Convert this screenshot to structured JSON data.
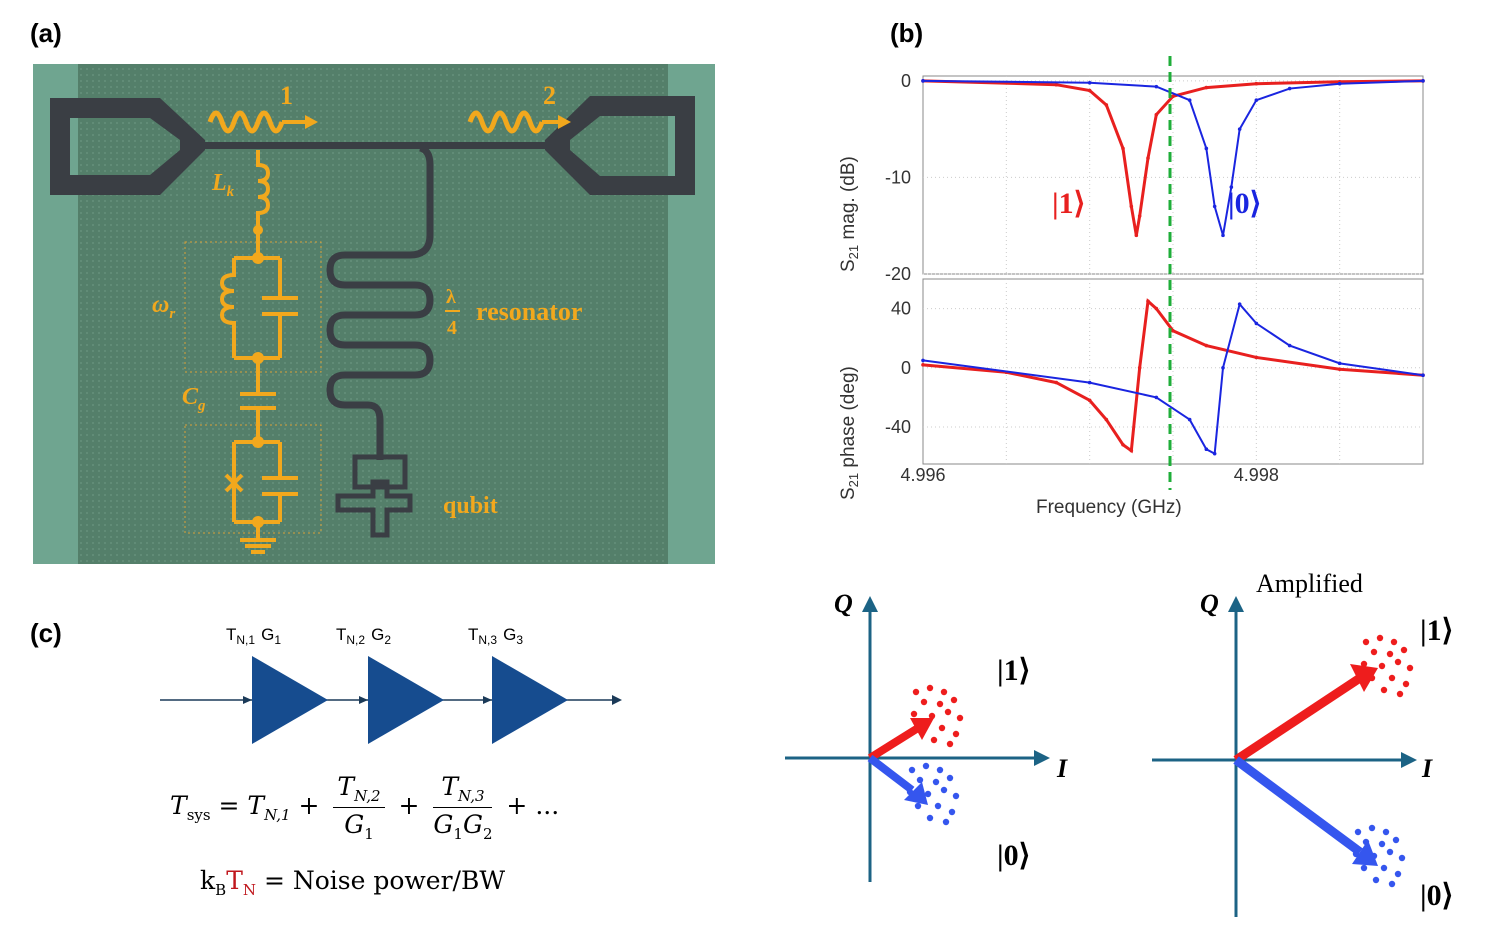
{
  "panels": {
    "a": "(a)",
    "b": "(b)",
    "c": "(c)"
  },
  "panel_a": {
    "port1": "1",
    "port2": "2",
    "Lk": "L",
    "Lk_sub": "k",
    "omega": "ω",
    "omega_sub": "r",
    "Cg": "C",
    "Cg_sub": "g",
    "lambda_num": "λ",
    "lambda_den": "4",
    "resonator": "resonator",
    "qubit": "qubit",
    "colors": {
      "circuit": "#f2a81d",
      "chip_bg": "#4f8a6a",
      "line": "#3d4146"
    }
  },
  "chart_data": [
    {
      "type": "line",
      "ylabel": "S21 mag.  (dB)",
      "ylabel_main": "S",
      "ylabel_sub": "21",
      "ylabel_rest": " mag.  (dB)",
      "yticks": [
        "0",
        "-10",
        "-20"
      ],
      "ylim": [
        -20,
        0.5
      ],
      "xlim": [
        4.996,
        4.999
      ],
      "series": [
        {
          "color": "#e8201f",
          "x": [
            4.996,
            4.9968,
            4.997,
            4.9971,
            4.9972,
            4.99725,
            4.99728,
            4.9973,
            4.99735,
            4.9974,
            4.9975,
            4.9977,
            4.998,
            4.9985,
            4.999
          ],
          "y": [
            0,
            -0.4,
            -1.0,
            -2.5,
            -7,
            -13,
            -16,
            -14,
            -8,
            -3.5,
            -1.6,
            -0.7,
            -0.3,
            -0.1,
            0
          ]
        },
        {
          "color": "#1a25e0",
          "x": [
            4.996,
            4.997,
            4.9974,
            4.9976,
            4.9977,
            4.99775,
            4.9978,
            4.99785,
            4.9979,
            4.998,
            4.9982,
            4.9985,
            4.999
          ],
          "y": [
            0,
            -0.2,
            -0.6,
            -2.0,
            -7,
            -13,
            -16,
            -11,
            -5,
            -2,
            -0.8,
            -0.3,
            0
          ]
        }
      ],
      "annotations": [
        "|1⟩",
        "|0⟩"
      ]
    },
    {
      "type": "line",
      "ylabel": "S21 phase  (deg)",
      "ylabel_main": "S",
      "ylabel_sub": "21",
      "ylabel_rest": " phase  (deg)",
      "xlabel": "Frequency  (GHz)",
      "xticks": [
        "4.996",
        "4.998"
      ],
      "yticks": [
        "40",
        "0",
        "-40"
      ],
      "ylim": [
        -65,
        60
      ],
      "xlim": [
        4.996,
        4.999
      ],
      "series": [
        {
          "color": "#e8201f",
          "x": [
            4.996,
            4.9965,
            4.9968,
            4.997,
            4.9971,
            4.9972,
            4.99725,
            4.9973,
            4.99735,
            4.9974,
            4.9975,
            4.9977,
            4.998,
            4.9985,
            4.999
          ],
          "y": [
            2,
            -3,
            -10,
            -22,
            -35,
            -52,
            -56,
            0,
            45,
            40,
            25,
            15,
            7,
            -1,
            -5
          ]
        },
        {
          "color": "#1a25e0",
          "x": [
            4.996,
            4.997,
            4.9974,
            4.9976,
            4.9977,
            4.99775,
            4.9978,
            4.9979,
            4.998,
            4.9982,
            4.9985,
            4.999
          ],
          "y": [
            5,
            -10,
            -20,
            -35,
            -55,
            -58,
            0,
            43,
            30,
            15,
            3,
            -5
          ]
        }
      ]
    }
  ],
  "panel_b_marker": {
    "color": "#1fae3a"
  },
  "panel_c": {
    "amp_labels": [
      {
        "T": "T",
        "sub": "N,1",
        "G": "G",
        "gsub": "1"
      },
      {
        "T": "T",
        "sub": "N,2",
        "G": "G",
        "gsub": "2"
      },
      {
        "T": "T",
        "sub": "N,3",
        "G": "G",
        "gsub": "3"
      }
    ],
    "amp_color": "#164c8f",
    "formula_lhs": "T",
    "formula_lhs_sub": "sys",
    "formula_eq": " = T",
    "formula_t1_sub": "N,1",
    "formula_plus": " + ",
    "frac1_num": "T",
    "frac1_num_sub": "N,2",
    "frac1_den": "G",
    "frac1_den_sub": "1",
    "frac2_num": "T",
    "frac2_num_sub": "N,3",
    "frac2_den": "G",
    "frac2_den_sub": "1",
    "frac2_den2": "G",
    "frac2_den2_sub": "2",
    "formula_tail": " + ...",
    "noise_kb": "k",
    "noise_kb_sub": "B",
    "noise_tn": "T",
    "noise_tn_sub": "N",
    "noise_rest": " =  Noise power/BW"
  },
  "iq_plots": {
    "left": {
      "Q": "Q",
      "I": "I",
      "state1": "|1⟩",
      "state0": "|0⟩"
    },
    "right": {
      "title": "Amplified",
      "Q": "Q",
      "I": "I",
      "state1": "|1⟩",
      "state0": "|0⟩"
    },
    "colors": {
      "axis": "#1c6385",
      "red": "#ee1d1d",
      "blue": "#3556ee"
    }
  }
}
